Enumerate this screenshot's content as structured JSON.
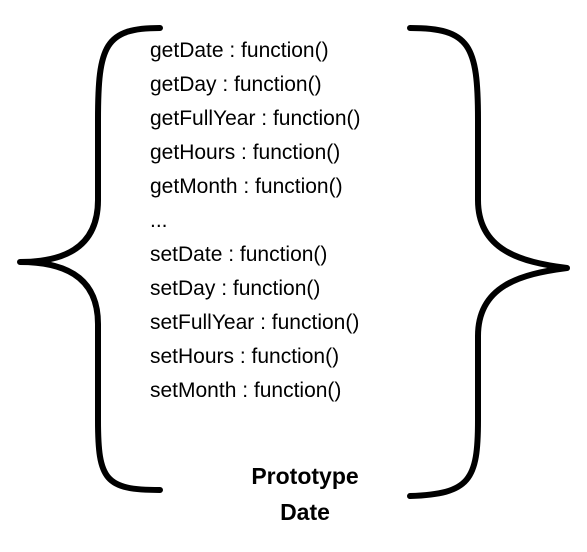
{
  "members": [
    "getDate : function()",
    "getDay : function()",
    "getFullYear : function()",
    "getHours : function()",
    "getMonth : function()",
    "...",
    "setDate : function()",
    "setDay : function()",
    "setFullYear : function()",
    "setHours : function()",
    "setMonth : function()"
  ],
  "label": {
    "line1": "Prototype",
    "line2": "Date"
  }
}
